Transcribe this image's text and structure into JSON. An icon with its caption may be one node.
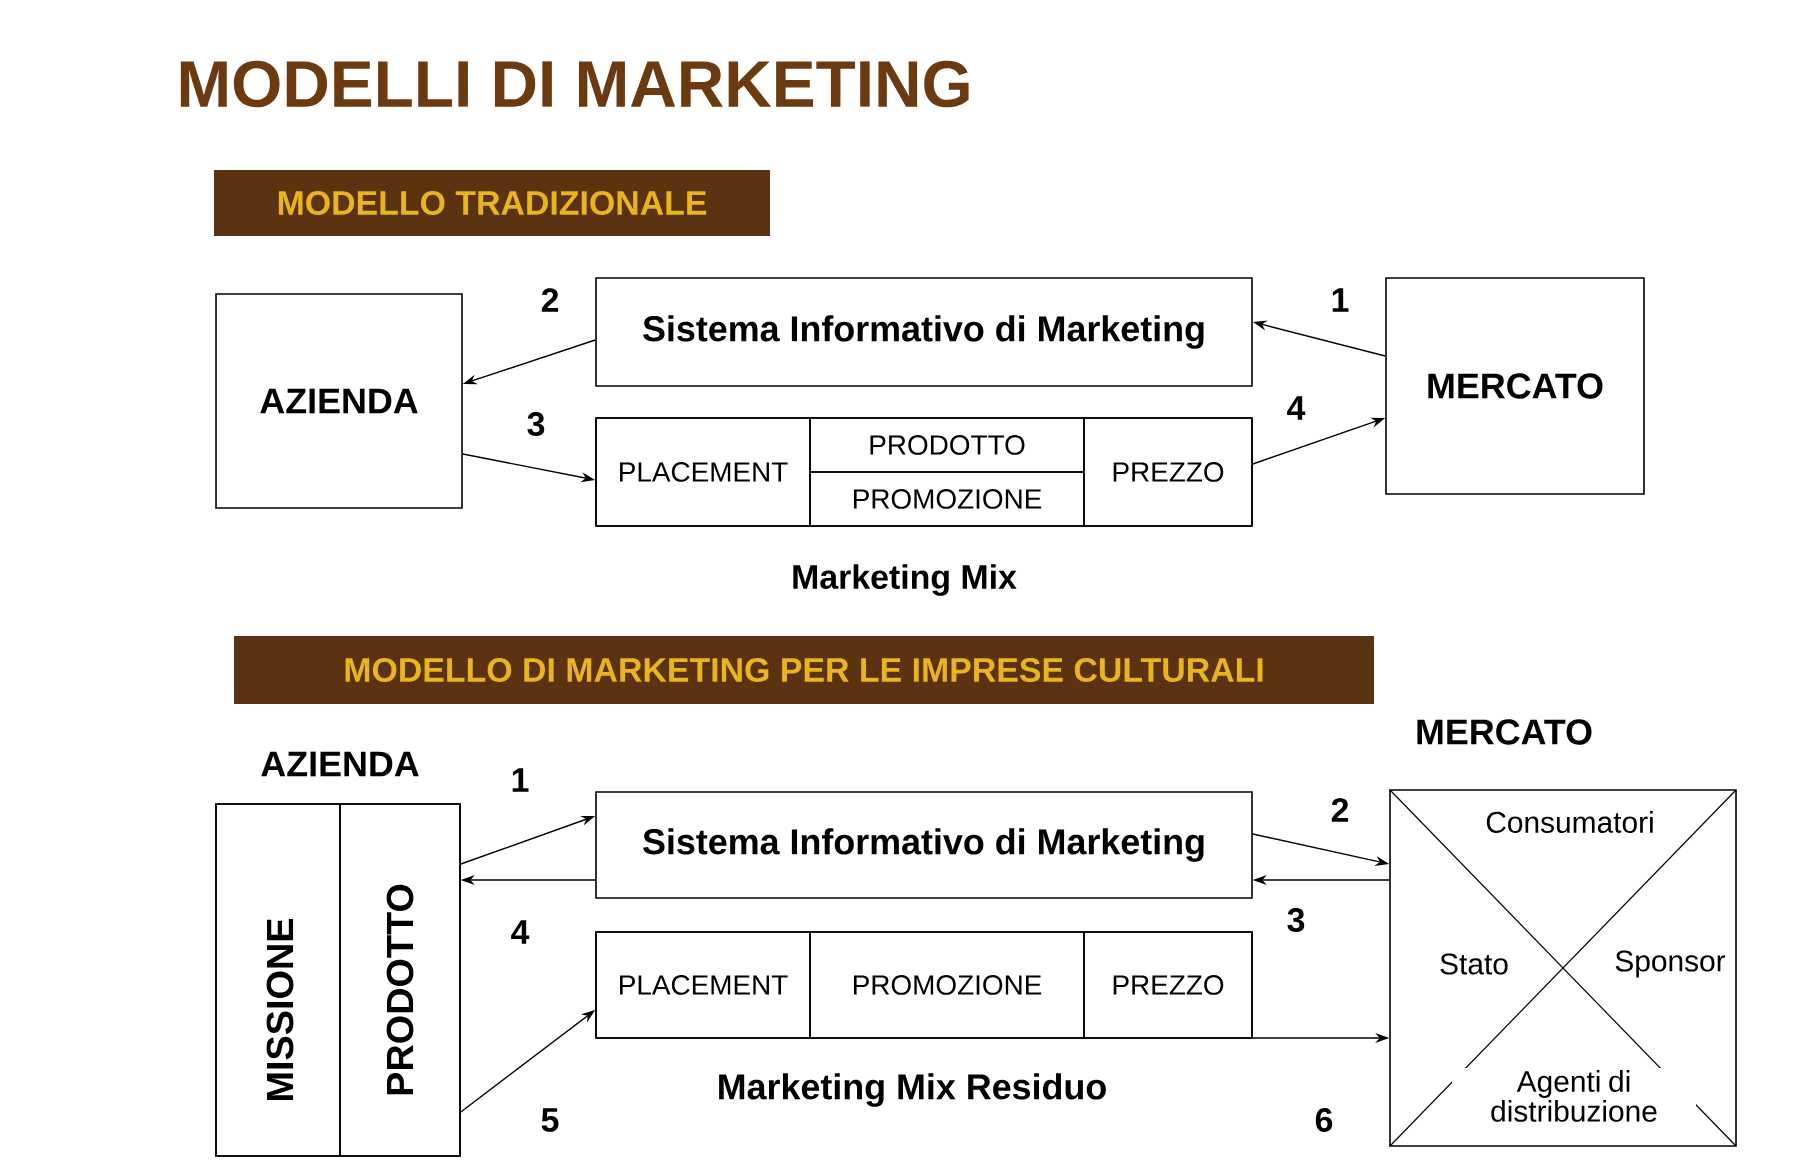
{
  "diagram": {
    "title": "MODELLI DI MARKETING",
    "nodes": [
      {
        "text": [
          "MODELLO TRADIZIONALE"
        ]
      },
      {
        "text": [
          "AZIENDA"
        ]
      },
      {
        "text": [
          "Sistema Informativo di Marketing"
        ]
      },
      {
        "text": [
          "MERCATO"
        ]
      },
      {
        "text": [
          "Marketing Mix"
        ]
      },
      {
        "text": [
          "PLACEMENT"
        ],
        "in": 4
      },
      {
        "text": [
          "PRODOTTO"
        ],
        "in": 4
      },
      {
        "text": [
          "PROMOZIONE"
        ],
        "in": 4
      },
      {
        "text": [
          "PREZZO"
        ],
        "in": 4
      },
      {
        "text": [
          "MODELLO DI MARKETING PER LE IMPRESE CULTURALI"
        ]
      },
      {
        "text": [
          "AZIENDA"
        ]
      },
      {
        "text": [
          "MISSIONE"
        ],
        "in": 10
      },
      {
        "text": [
          "PRODOTTO"
        ],
        "in": 10
      },
      {
        "text": [
          "Sistema Informativo di Marketing"
        ]
      },
      {
        "text": [
          "Marketing Mix Residuo"
        ]
      },
      {
        "text": [
          "PLACEMENT"
        ],
        "in": 14
      },
      {
        "text": [
          "PROMOZIONE"
        ],
        "in": 14
      },
      {
        "text": [
          "PREZZO"
        ],
        "in": 14
      },
      {
        "text": [
          "MERCATO",
          "Consumatori",
          "Stato",
          "Sponsor",
          "Agenti di distribuzione"
        ]
      }
    ],
    "edges": [
      {
        "from": 3,
        "to": 2,
        "arrow": "to",
        "label": "1"
      },
      {
        "from": 2,
        "to": 1,
        "arrow": "to",
        "label": "2"
      },
      {
        "from": 1,
        "to": 4,
        "arrow": "to",
        "label": "3"
      },
      {
        "from": 4,
        "to": 3,
        "arrow": "to",
        "label": "4"
      },
      {
        "from": 12,
        "to": 13,
        "arrow": "to",
        "label": "1"
      },
      {
        "from": 13,
        "to": 18,
        "arrow": "to",
        "label": "2"
      },
      {
        "from": 18,
        "to": 13,
        "arrow": "to",
        "label": "3"
      },
      {
        "from": 13,
        "to": 10,
        "arrow": "to",
        "label": "4"
      },
      {
        "from": 10,
        "to": 14,
        "arrow": "to",
        "label": "5"
      },
      {
        "from": 14,
        "to": 18,
        "arrow": "to",
        "label": "6"
      }
    ]
  }
}
